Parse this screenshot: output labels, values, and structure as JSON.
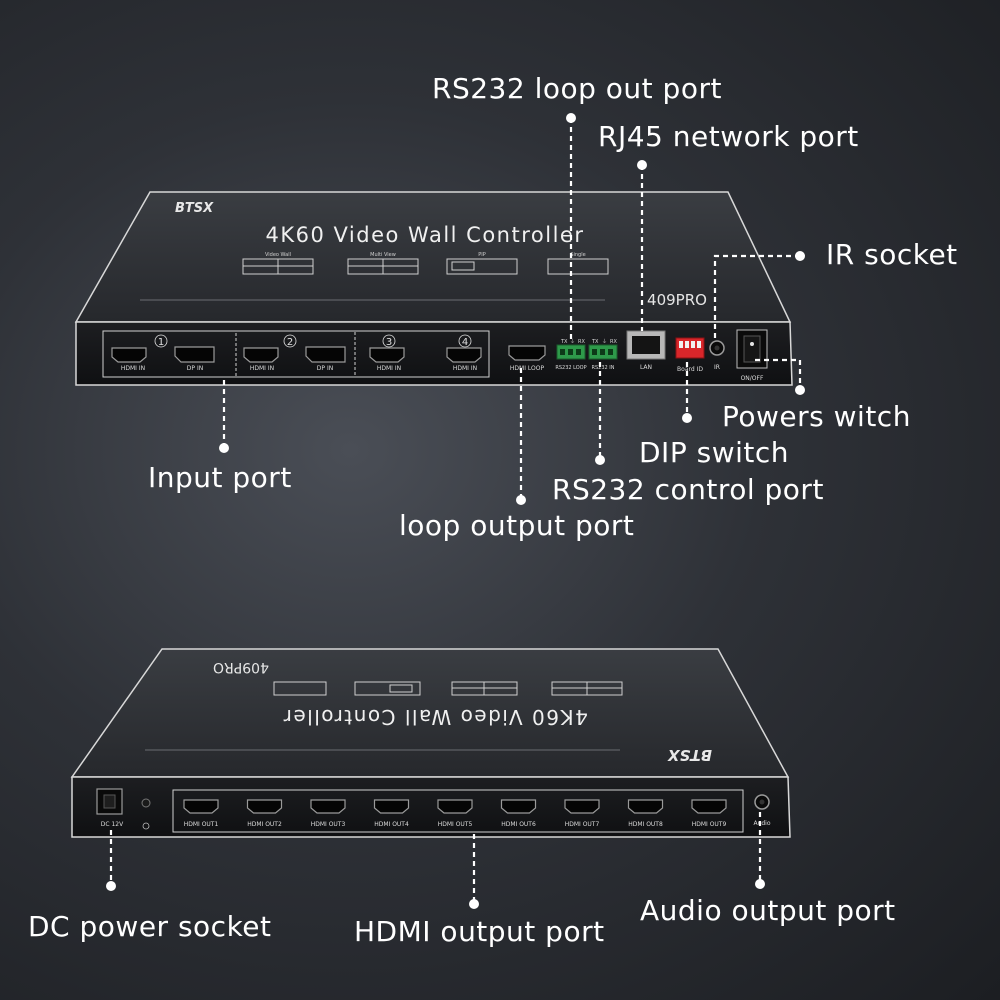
{
  "callouts": {
    "rs232_loop_out": "RS232 loop out port",
    "rj45": "RJ45 network port",
    "ir_socket": "IR socket",
    "power_switch": "Powers witch",
    "dip_switch": "DIP switch",
    "rs232_control": "RS232 control port",
    "input_port": "Input port",
    "loop_output": "loop output port",
    "dc_power": "DC power socket",
    "hdmi_output": "HDMI output port",
    "audio_output": "Audio output port"
  },
  "top_unit": {
    "brand": "BTSX",
    "title": "4K60 Video Wall Controller",
    "model": "409PRO",
    "mode_labels": [
      "Video Wall",
      "Multi View",
      "PIP",
      "Single"
    ],
    "input_groups": [
      {
        "num": "1",
        "ports": [
          "HDMI IN",
          "DP IN"
        ]
      },
      {
        "num": "2",
        "ports": [
          "HDMI IN",
          "DP IN"
        ]
      },
      {
        "num": "3",
        "ports": [
          "HDMI IN"
        ]
      },
      {
        "num": "4",
        "ports": [
          "HDMI IN"
        ]
      }
    ],
    "hdmi_loop": "HDMI LOOP",
    "rs232_loop": "RS232 LOOP",
    "rs232_in": "RS232 IN",
    "terminal_pins": [
      "TX",
      "⏚",
      "RX"
    ],
    "lan": "LAN",
    "board_id": "Board ID",
    "ir": "IR",
    "on_off": "ON/OFF"
  },
  "bottom_unit": {
    "brand": "BTSX",
    "title": "4K60 Video Wall Controller",
    "model": "409PRO",
    "dc": "DC 12V",
    "outputs": [
      "HDMI OUT1",
      "HDMI OUT2",
      "HDMI OUT3",
      "HDMI OUT4",
      "HDMI OUT5",
      "HDMI OUT6",
      "HDMI OUT7",
      "HDMI OUT8",
      "HDMI OUT9"
    ],
    "audio": "Audio"
  }
}
